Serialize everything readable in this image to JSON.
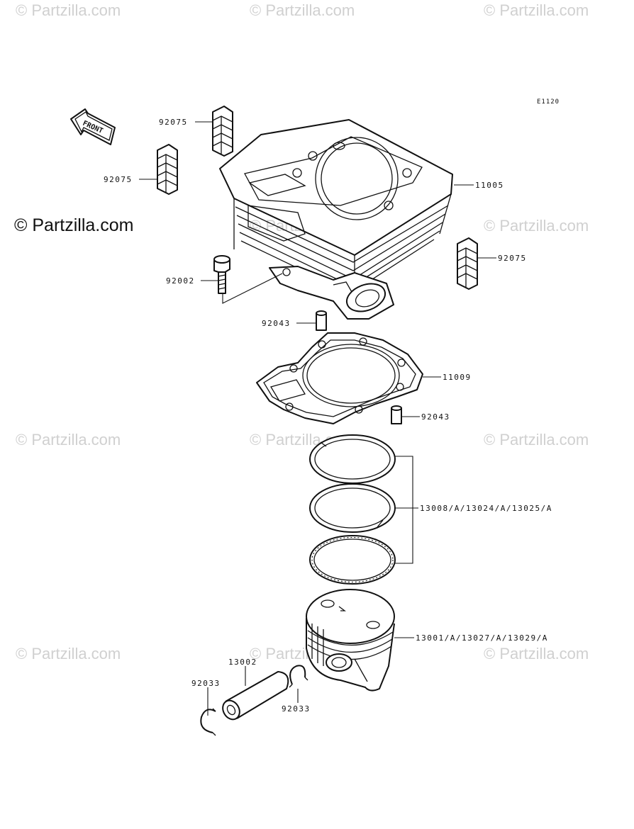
{
  "watermark": "© Partzilla.com",
  "copyright": "© Partzilla.com",
  "diagram_code": "E1120",
  "front_label": "FRONT",
  "callouts": {
    "c92075a": "92075",
    "c92075b": "92075",
    "c11005": "11005",
    "c92075c": "92075",
    "c92002": "92002",
    "c92043a": "92043",
    "c11009": "11009",
    "c92043b": "92043",
    "c13008": "13008/A/13024/A/13025/A",
    "c13001": "13001/A/13027/A/13029/A",
    "c13002": "13002",
    "c92033a": "92033",
    "c92033b": "92033"
  }
}
